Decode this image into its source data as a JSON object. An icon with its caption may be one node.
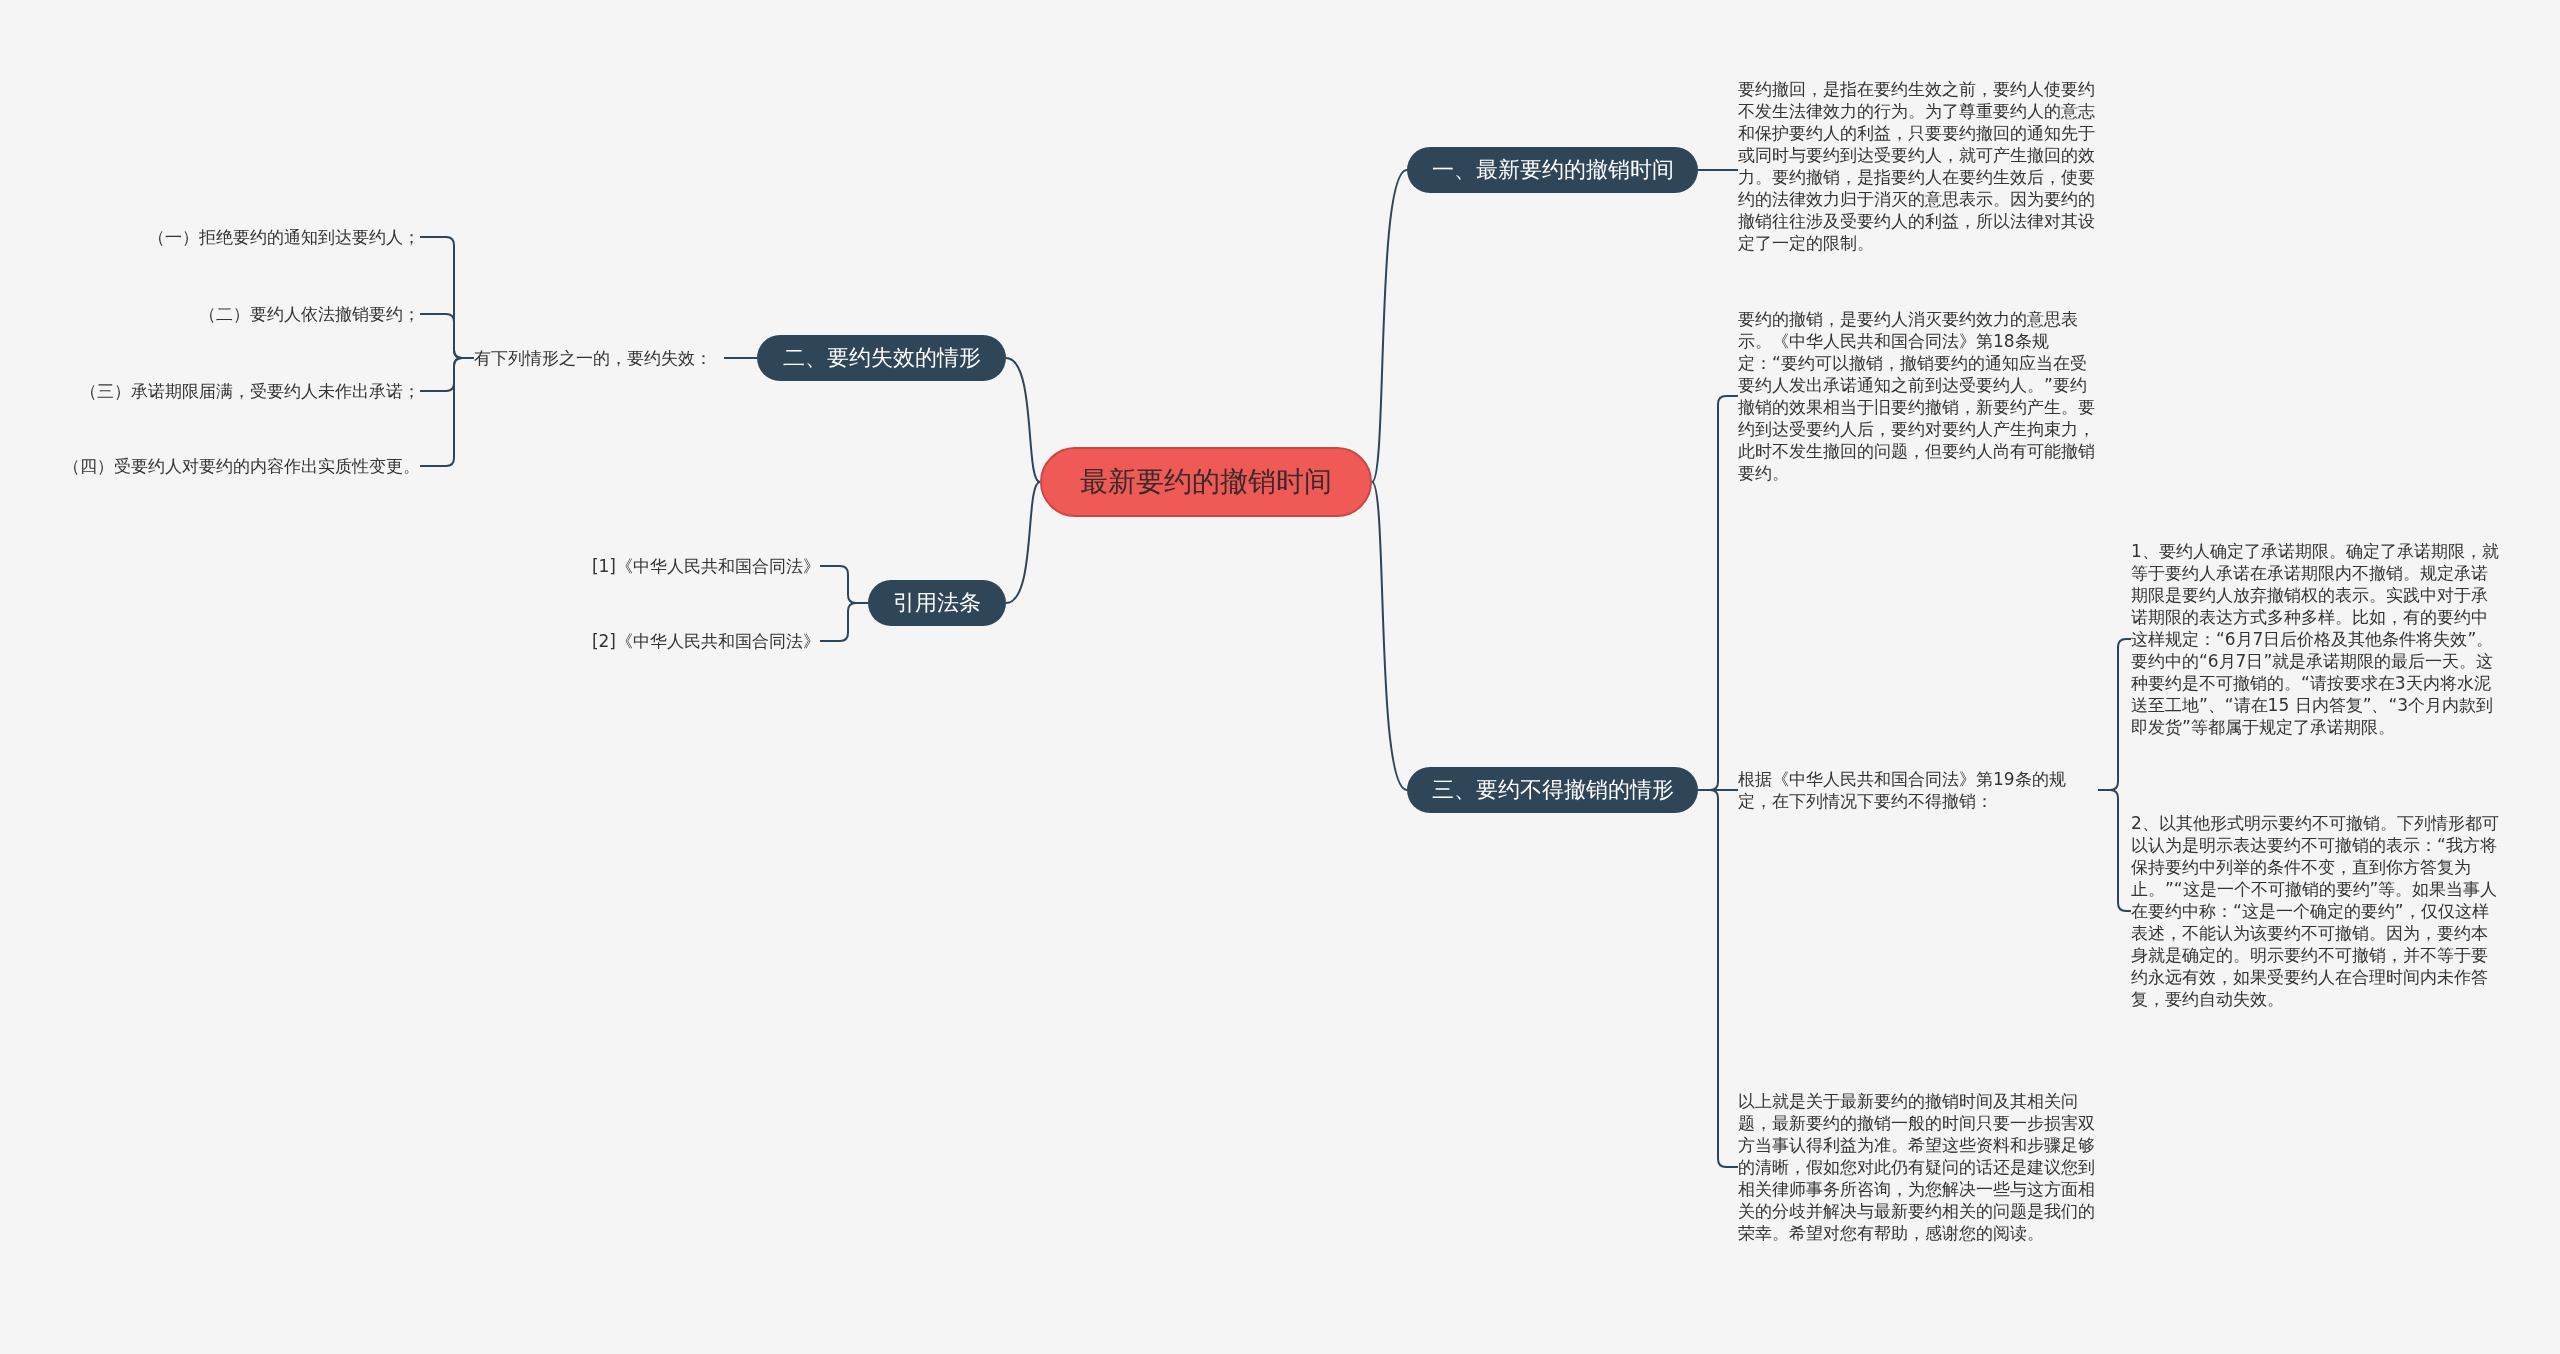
{
  "diagram": {
    "nodes": [
      {
        "text": [
          "最新要约的撤销时间"
        ]
      },
      {
        "text": [
          "一、最新要约的撤销时间"
        ]
      },
      {
        "text": [
          "要约撤回，是指在要约生效之前，要约人使要约不发生法律效力的行为。为了尊重要约人的意志和保护要约人的利益，只要要约撤回的通知先于或同时与要约到达受要约人，就可产生撤回的效力。要约撤销，是指要约人在要约生效后，使要约的法律效力归于消灭的意思表示。因为要约的撤销往往涉及受要约人的利益，所以法律对其设定了一定的限制。"
        ]
      },
      {
        "text": [
          "二、要约失效的情形"
        ]
      },
      {
        "text": [
          "有下列情形之一的，要约失效："
        ]
      },
      {
        "text": [
          "（一）拒绝要约的通知到达要约人；"
        ]
      },
      {
        "text": [
          "（二）要约人依法撤销要约；"
        ]
      },
      {
        "text": [
          "（三）承诺期限届满，受要约人未作出承诺；"
        ]
      },
      {
        "text": [
          "（四）受要约人对要约的内容作出实质性变更。"
        ]
      },
      {
        "text": [
          "引用法条"
        ]
      },
      {
        "text": [
          "[1]《中华人民共和国合同法》"
        ]
      },
      {
        "text": [
          "[2]《中华人民共和国合同法》"
        ]
      },
      {
        "text": [
          "三、要约不得撤销的情形"
        ]
      },
      {
        "text": [
          "要约的撤销，是要约人消灭要约效力的意思表示。《中华人民共和国合同法》第18条规定：“要约可以撤销，撤销要约的通知应当在受要约人发出承诺通知之前到达受要约人。”要约撤销的效果相当于旧要约撤销，新要约产生。要约到达受要约人后，要约对要约人产生拘束力，此时不发生撤回的问题，但要约人尚有可能撤销要约。"
        ]
      },
      {
        "text": [
          "根据《中华人民共和国合同法》第19条的规定，在下列情况下要约不得撤销："
        ]
      },
      {
        "text": [
          "1、要约人确定了承诺期限。确定了承诺期限，就等于要约人承诺在承诺期限内不撤销。规定承诺期限是要约人放弃撤销权的表示。实践中对于承诺期限的表达方式多种多样。比如，有的要约中这样规定：“6月7日后价格及其他条件将失效”。要约中的“6月7日”就是承诺期限的最后一天。这种要约是不可撤销的。“请按要求在3天内将水泥送至工地”、“请在15 日内答复”、“3个月内款到即发货”等都属于规定了承诺期限。"
        ]
      },
      {
        "text": [
          "2、以其他形式明示要约不可撤销。下列情形都可以认为是明示表达要约不可撤销的表示：“我方将保持要约中列举的条件不变，直到你方答复为止。”“这是一个不可撤销的要约”等。如果当事人在要约中称：“这是一个确定的要约”，仅仅这样表述，不能认为该要约不可撤销。因为，要约本身就是确定的。明示要约不可撤销，并不等于要约永远有效，如果受要约人在合理时间内未作答复，要约自动失效。"
        ]
      },
      {
        "text": [
          "以上就是关于最新要约的撤销时间及其相关问题，最新要约的撤销一般的时间只要一步损害双方当事认得利益为准。希望这些资料和步骤足够的清晰，假如您对此仍有疑问的话还是建议您到相关律师事务所咨询，为您解决一些与这方面相关的分歧并解决与最新要约相关的问题是我们的荣幸。希望对您有帮助，感谢您的阅读。"
        ]
      }
    ],
    "edges": [
      {
        "from": 0,
        "to": 1,
        "arrow": "none"
      },
      {
        "from": 1,
        "to": 2,
        "arrow": "none"
      },
      {
        "from": 0,
        "to": 3,
        "arrow": "none"
      },
      {
        "from": 3,
        "to": 4,
        "arrow": "none"
      },
      {
        "from": 4,
        "to": 5,
        "arrow": "none"
      },
      {
        "from": 4,
        "to": 6,
        "arrow": "none"
      },
      {
        "from": 4,
        "to": 7,
        "arrow": "none"
      },
      {
        "from": 4,
        "to": 8,
        "arrow": "none"
      },
      {
        "from": 0,
        "to": 9,
        "arrow": "none"
      },
      {
        "from": 9,
        "to": 10,
        "arrow": "none"
      },
      {
        "from": 9,
        "to": 11,
        "arrow": "none"
      },
      {
        "from": 0,
        "to": 12,
        "arrow": "none"
      },
      {
        "from": 12,
        "to": 13,
        "arrow": "none"
      },
      {
        "from": 12,
        "to": 14,
        "arrow": "none"
      },
      {
        "from": 12,
        "to": 17,
        "arrow": "none"
      },
      {
        "from": 14,
        "to": 15,
        "arrow": "none"
      },
      {
        "from": 14,
        "to": 16,
        "arrow": "none"
      }
    ]
  }
}
